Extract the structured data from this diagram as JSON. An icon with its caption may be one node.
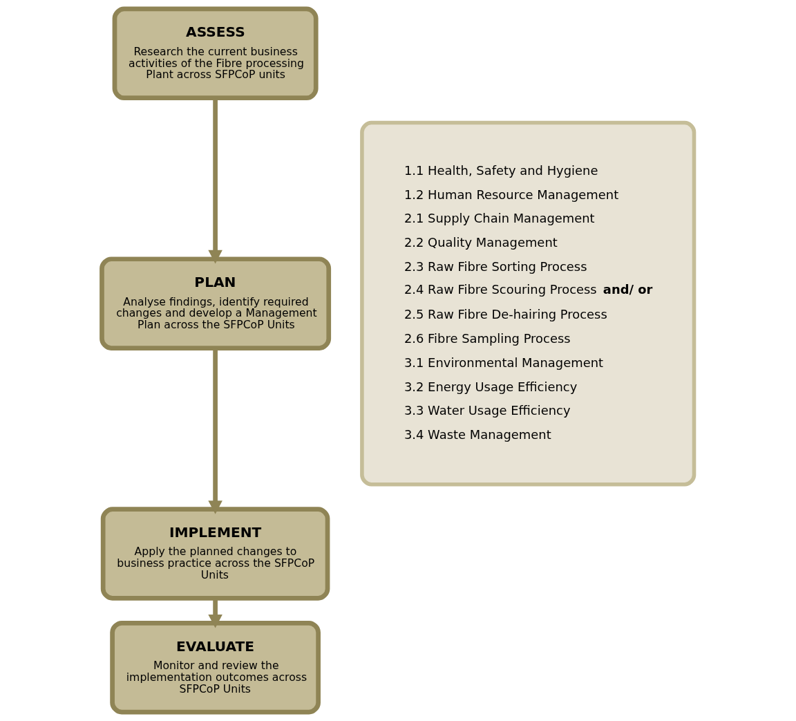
{
  "diagram": {
    "nodes": [
      {
        "text": [
          "ASSESS",
          "Research the current business activities of the Fibre processing Plant across SFPCoP units"
        ]
      },
      {
        "text": [
          "PLAN",
          "Analyse findings, identify required changes and develop a Management Plan across the SFPCoP Units"
        ]
      },
      {
        "text": [
          "IMPLEMENT",
          "Apply the planned changes to business practice across the SFPCoP Units"
        ]
      },
      {
        "text": [
          "EVALUATE",
          "Monitor and review the implementation outcomes across SFPCoP Units"
        ]
      },
      {
        "text": [
          "1.1 Health, Safety and Hygiene",
          "1.2 Human Resource Management",
          "2.1 Supply Chain Management",
          "2.2 Quality Management",
          "2.3 Raw Fibre Sorting Process",
          "2.4 Raw Fibre Scouring Process **and/ or**",
          "2.5 Raw Fibre De-hairing Process",
          "2.6 Fibre Sampling Process",
          "3.1 Environmental Management",
          "3.2 Energy Usage Efficiency",
          "3.3 Water Usage Efficiency",
          "3.4 Waste Management"
        ]
      }
    ],
    "edges": [
      {
        "from": 0,
        "to": 1,
        "arrow": "to"
      },
      {
        "from": 1,
        "to": 2,
        "arrow": "to"
      },
      {
        "from": 2,
        "to": 3,
        "arrow": "to"
      }
    ]
  }
}
